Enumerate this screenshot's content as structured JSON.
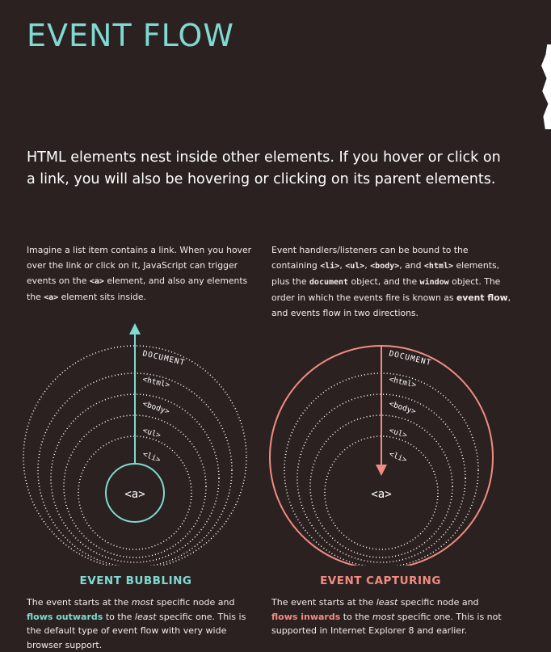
{
  "title": "EVENT FLOW",
  "intro": "HTML elements nest inside other elements. If you hover or click on a link, you will also be hovering or clicking on its parent elements.",
  "left_para": {
    "t1": "Imagine a list item contains a link. When you hover over the link or click on it, JavaScript can trigger events on the ",
    "code_a": "<a>",
    "t2": " element, and also any elements the ",
    "code_a2": "<a>",
    "t3": " element sits inside."
  },
  "right_para": {
    "t1": "Event handlers/listeners can be bound to the containing ",
    "c_li": "<li>",
    "sep1": ", ",
    "c_ul": "<ul>",
    "sep2": ", ",
    "c_body": "<body>",
    "sep3": ", and ",
    "c_html": "<html>",
    "t2": " elements, plus the ",
    "c_document": "document",
    "t3": " object, and the ",
    "c_window": "window",
    "t4": " object. The order in which the events fire is known as ",
    "b_flow": "event flow",
    "t5": ", and events flow in two directions."
  },
  "diagram": {
    "labels": [
      "DOCUMENT",
      "<html>",
      "<body>",
      "<ul>",
      "<li>"
    ],
    "center": "<a>",
    "colors": {
      "bubbling": "#7fdad2",
      "capturing": "#f28c82",
      "dots": "#ffffff"
    }
  },
  "bubbling": {
    "heading": "EVENT BUBBLING",
    "t1": "The event starts at the ",
    "i1": "most",
    "t2": " specific node and ",
    "b1": "flows outwards",
    "t3": " to the ",
    "i2": "least",
    "t4": " specific one. This is the default type of event flow with very wide browser support."
  },
  "capturing": {
    "heading": "EVENT CAPTURING",
    "t1": "The event starts at the ",
    "i1": "least",
    "t2": " specific node and ",
    "b1": "flows inwards",
    "t3": " to the ",
    "i2": "most",
    "t4": " specific one. This is not supported in Internet Explorer 8 and earlier."
  }
}
